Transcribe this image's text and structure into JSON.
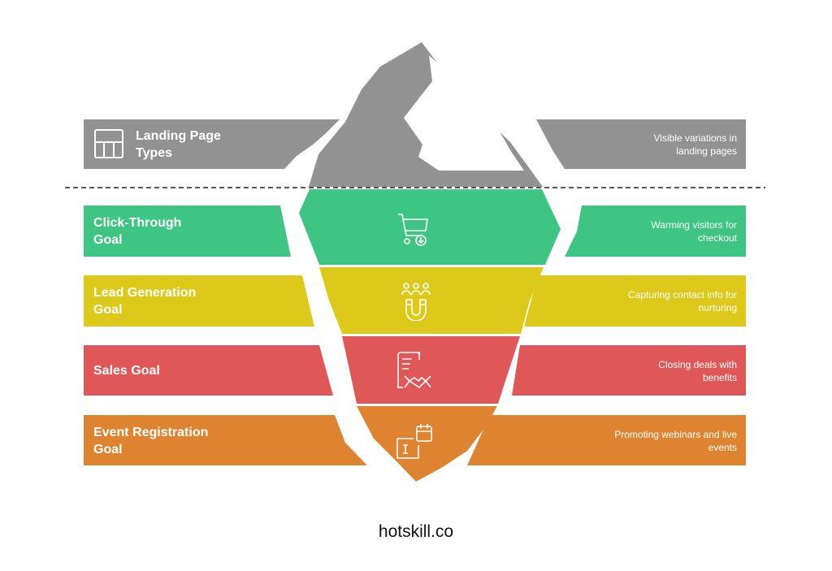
{
  "colors": {
    "gray": "#929292",
    "green": "#3ec483",
    "yellow": "#dcc91a",
    "red": "#e05757",
    "orange": "#de8431"
  },
  "layers": [
    {
      "title": "Landing Page Types",
      "description": "Visible variations in landing pages",
      "icon": "layout-grid-icon"
    },
    {
      "title": "Click-Through Goal",
      "description": "Warming visitors for checkout",
      "icon": "shopping-cart-download-icon"
    },
    {
      "title": "Lead Generation Goal",
      "description": "Capturing contact info for nurturing",
      "icon": "people-magnet-icon"
    },
    {
      "title": "Sales Goal",
      "description": "Closing deals with benefits",
      "icon": "contract-handshake-icon"
    },
    {
      "title": "Event Registration Goal",
      "description": "Promoting webinars and live events",
      "icon": "calendar-ticket-icon"
    }
  ],
  "footer": "hotskill.co"
}
